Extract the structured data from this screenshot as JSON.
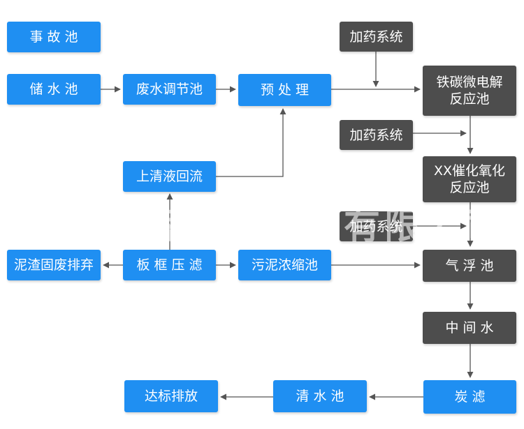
{
  "nodes": {
    "accident_pool": "事 故 池",
    "storage_pool": "储 水 池",
    "equalization_pool": "废水调节池",
    "pretreatment": "预 处 理",
    "dosing_1": "加药系统",
    "fe_c_reactor": "铁碳微电解\n反应池",
    "dosing_2": "加药系统",
    "xx_oxidation_reactor": "XX催化氧化\n反应池",
    "supernatant_return": "上清液回流",
    "dosing_3": "加药系统",
    "sludge_discharge": "泥渣固废排弃",
    "plate_filter": "板 框 压 滤",
    "sludge_thickener": "污泥浓缩池",
    "air_flotation": "气 浮 池",
    "intermediate_water": "中 间 水",
    "carbon_filter": "炭 滤",
    "clear_water_pool": "清 水 池",
    "discharge_standard": "达标排放"
  },
  "watermark": "德州天蓝环保科技有限公司",
  "colors": {
    "blue": "#1f8ff2",
    "dark": "#4d4d4d",
    "arrow": "#555555"
  }
}
